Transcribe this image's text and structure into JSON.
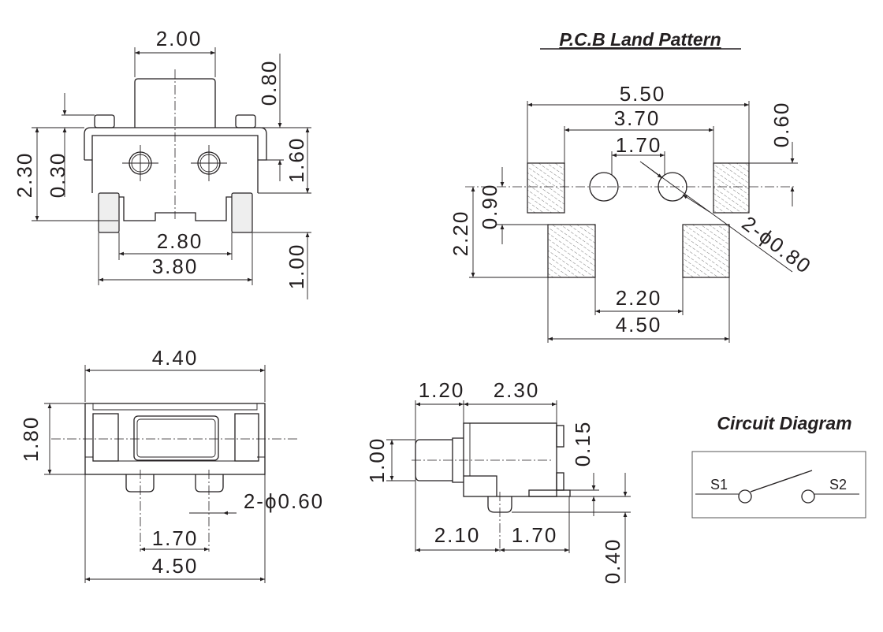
{
  "front_view": {
    "button_width": "2.00",
    "button_height": "0.80",
    "overall_height": "2.30",
    "tab_height": "0.30",
    "body_height": "1.60",
    "foot_height": "1.00",
    "inner_foot_span": "2.80",
    "outer_foot_span": "3.80"
  },
  "pcb_land_pattern": {
    "title": "P.C.B Land Pattern",
    "overall_width": "5.50",
    "top_pad_span": "3.70",
    "hole_pitch": "1.70",
    "top_pad_height": "0.60",
    "pad_offset": "0.90",
    "overall_height": "2.20",
    "bottom_inner_span": "2.20",
    "bottom_outer_span": "4.50",
    "hole_note": "2-ϕ0.80"
  },
  "top_view": {
    "width": "4.40",
    "height": "1.80",
    "peg_note": "2-ϕ0.60",
    "peg_pitch": "1.70",
    "overall_width": "4.50"
  },
  "side_view": {
    "plunger_length": "1.20",
    "body_length": "2.30",
    "plunger_height": "1.00",
    "terminal_thickness": "0.15",
    "peg_height": "0.40",
    "front_to_peg": "2.10",
    "peg_to_end": "1.70"
  },
  "circuit_diagram": {
    "title": "Circuit Diagram",
    "terminal_1": "S1",
    "terminal_2": "S2"
  }
}
